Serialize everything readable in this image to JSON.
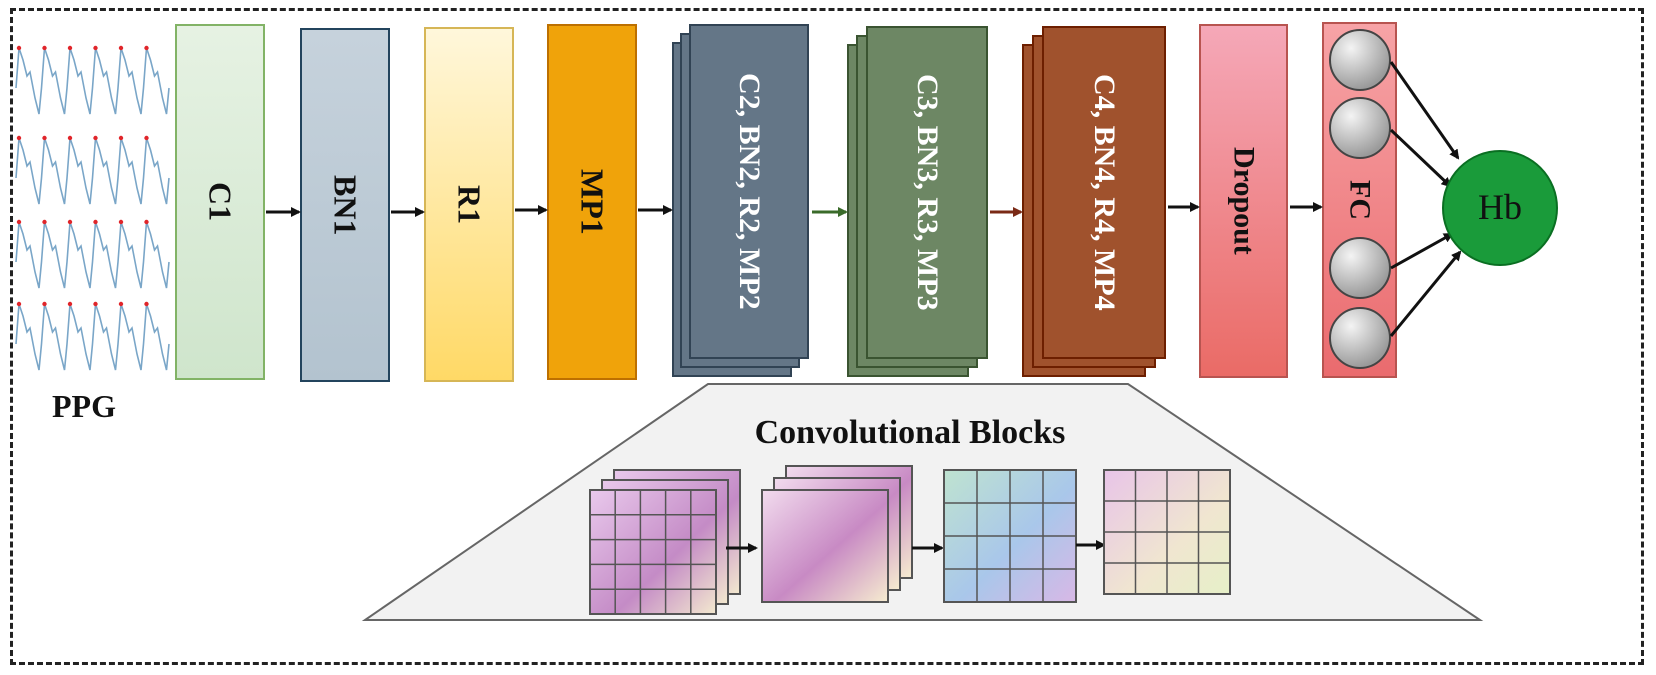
{
  "diagram": {
    "input_label": "PPG",
    "layers": {
      "c1": "C1",
      "bn1": "BN1",
      "r1": "R1",
      "mp1": "MP1",
      "block2": "C2, BN2, R2, MP2",
      "block3": "C3, BN3, R3, MP3",
      "block4": "C4, BN4, R4, MP4",
      "dropout": "Dropout",
      "fc": "FC"
    },
    "output_label": "Hb",
    "inset_title": "Convolutional Blocks",
    "colors": {
      "c1": "#d5e8d4",
      "bn1": "#bac8d3",
      "r1": "#fff2cc",
      "mp1": "#f0a30a",
      "block2": "#647687",
      "block3": "#6d8764",
      "block4": "#a0522d",
      "dropout": "#f19c99",
      "fc": "#f8cecc",
      "output": "#1a9b3a",
      "arrow_block3": "#3a6b2a",
      "arrow_block4": "#7a2a16"
    }
  }
}
